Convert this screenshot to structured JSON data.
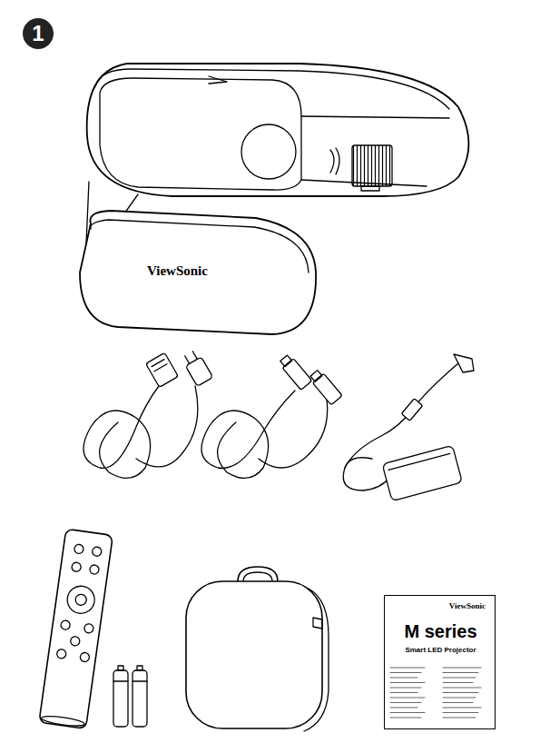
{
  "diagram": {
    "nodes": [
      {
        "text": [
          "1"
        ]
      },
      {
        "text": [
          "ViewSonic",
          "M series",
          "Smart LED Projector"
        ]
      }
    ],
    "labels": [
      "ViewSonic"
    ]
  }
}
